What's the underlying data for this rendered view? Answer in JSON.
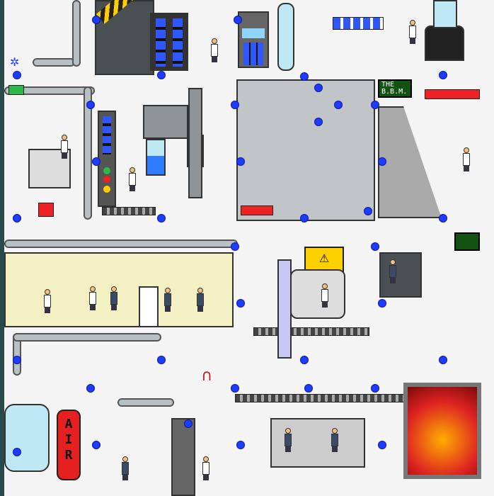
{
  "board": {
    "labels": {
      "bbm_line1": "THE",
      "bbm_line2": "B.B.M.",
      "air": "AIR"
    }
  },
  "colors": {
    "background": "#f4f4f4",
    "node": "#1e3cff",
    "pipe": "#b9c0c4",
    "room": "#f3f0c4",
    "frame": "#2a4a4a",
    "danger": "#e22222",
    "sign": "#145214"
  },
  "icons": {
    "node": "blue-dot-icon",
    "warning": "warning-triangle-icon",
    "magnet": "magnet-icon"
  }
}
